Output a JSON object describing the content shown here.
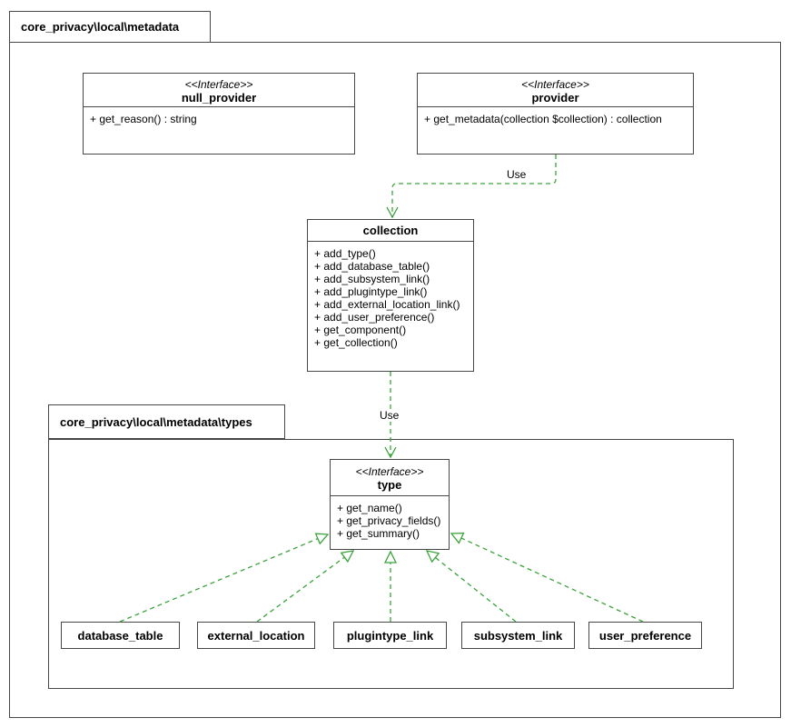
{
  "colors": {
    "edge_green": "#3aa33a",
    "shape_border": "#474747",
    "background": "#ffffff"
  },
  "outer_package": {
    "label": "core_privacy\\local\\metadata"
  },
  "types_package": {
    "label": "core_privacy\\local\\metadata\\types"
  },
  "classes": {
    "null_provider": {
      "stereotype": "<<Interface>>",
      "name": "null_provider",
      "methods": [
        "+ get_reason() : string"
      ]
    },
    "provider": {
      "stereotype": "<<Interface>>",
      "name": "provider",
      "methods": [
        "+ get_metadata(collection $collection) : collection"
      ]
    },
    "collection": {
      "name": "collection",
      "methods": [
        "+ add_type()",
        "+ add_database_table()",
        "+ add_subsystem_link()",
        "+ add_plugintype_link()",
        "+ add_external_location_link()",
        "+ add_user_preference()",
        "+ get_component()",
        "+ get_collection()"
      ]
    },
    "type": {
      "stereotype": "<<Interface>>",
      "name": "type",
      "methods": [
        "+ get_name()",
        "+ get_privacy_fields()",
        "+ get_summary()"
      ]
    },
    "database_table": {
      "name": "database_table"
    },
    "external_location": {
      "name": "external_location"
    },
    "plugintype_link": {
      "name": "plugintype_link"
    },
    "subsystem_link": {
      "name": "subsystem_link"
    },
    "user_preference": {
      "name": "user_preference"
    }
  },
  "edges": [
    {
      "from": "provider",
      "to": "collection",
      "label": "Use"
    },
    {
      "from": "collection",
      "to": "type",
      "label": "Use"
    },
    {
      "from": "database_table",
      "to": "type",
      "label": ""
    },
    {
      "from": "external_location",
      "to": "type",
      "label": ""
    },
    {
      "from": "plugintype_link",
      "to": "type",
      "label": ""
    },
    {
      "from": "subsystem_link",
      "to": "type",
      "label": ""
    },
    {
      "from": "user_preference",
      "to": "type",
      "label": ""
    }
  ]
}
